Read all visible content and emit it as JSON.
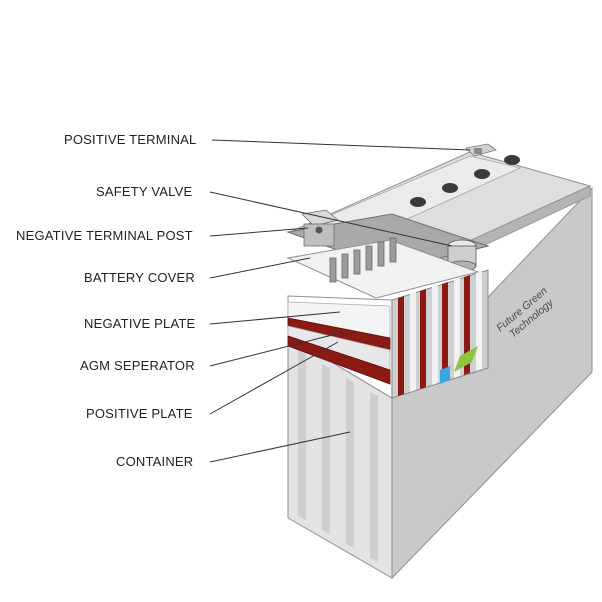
{
  "labels": {
    "positive_terminal": "POSITIVE TERMINAL",
    "safety_valve": "SAFETY VALVE",
    "negative_terminal_post": "NEGATIVE TERMINAL POST",
    "battery_cover": "BATTERY COVER",
    "negative_plate": "NEGATIVE PLATE",
    "agm_separator": "AGM SEPERATOR",
    "positive_plate": "POSITIVE PLATE",
    "container": "CONTAINER"
  },
  "brand_text": {
    "line1": "Future Green",
    "line2": "Technology"
  },
  "colors": {
    "background": "#ffffff",
    "casing_light": "#e2e2e2",
    "casing_side": "#c9c9c9",
    "casing_dark": "#9a9a9a",
    "positive_plate": "#8b1a14",
    "negative_plate": "#f4f4f4",
    "agm_separator": "#e8e8e8",
    "accent_blue": "#37a8e0",
    "accent_green": "#8cc63f"
  }
}
